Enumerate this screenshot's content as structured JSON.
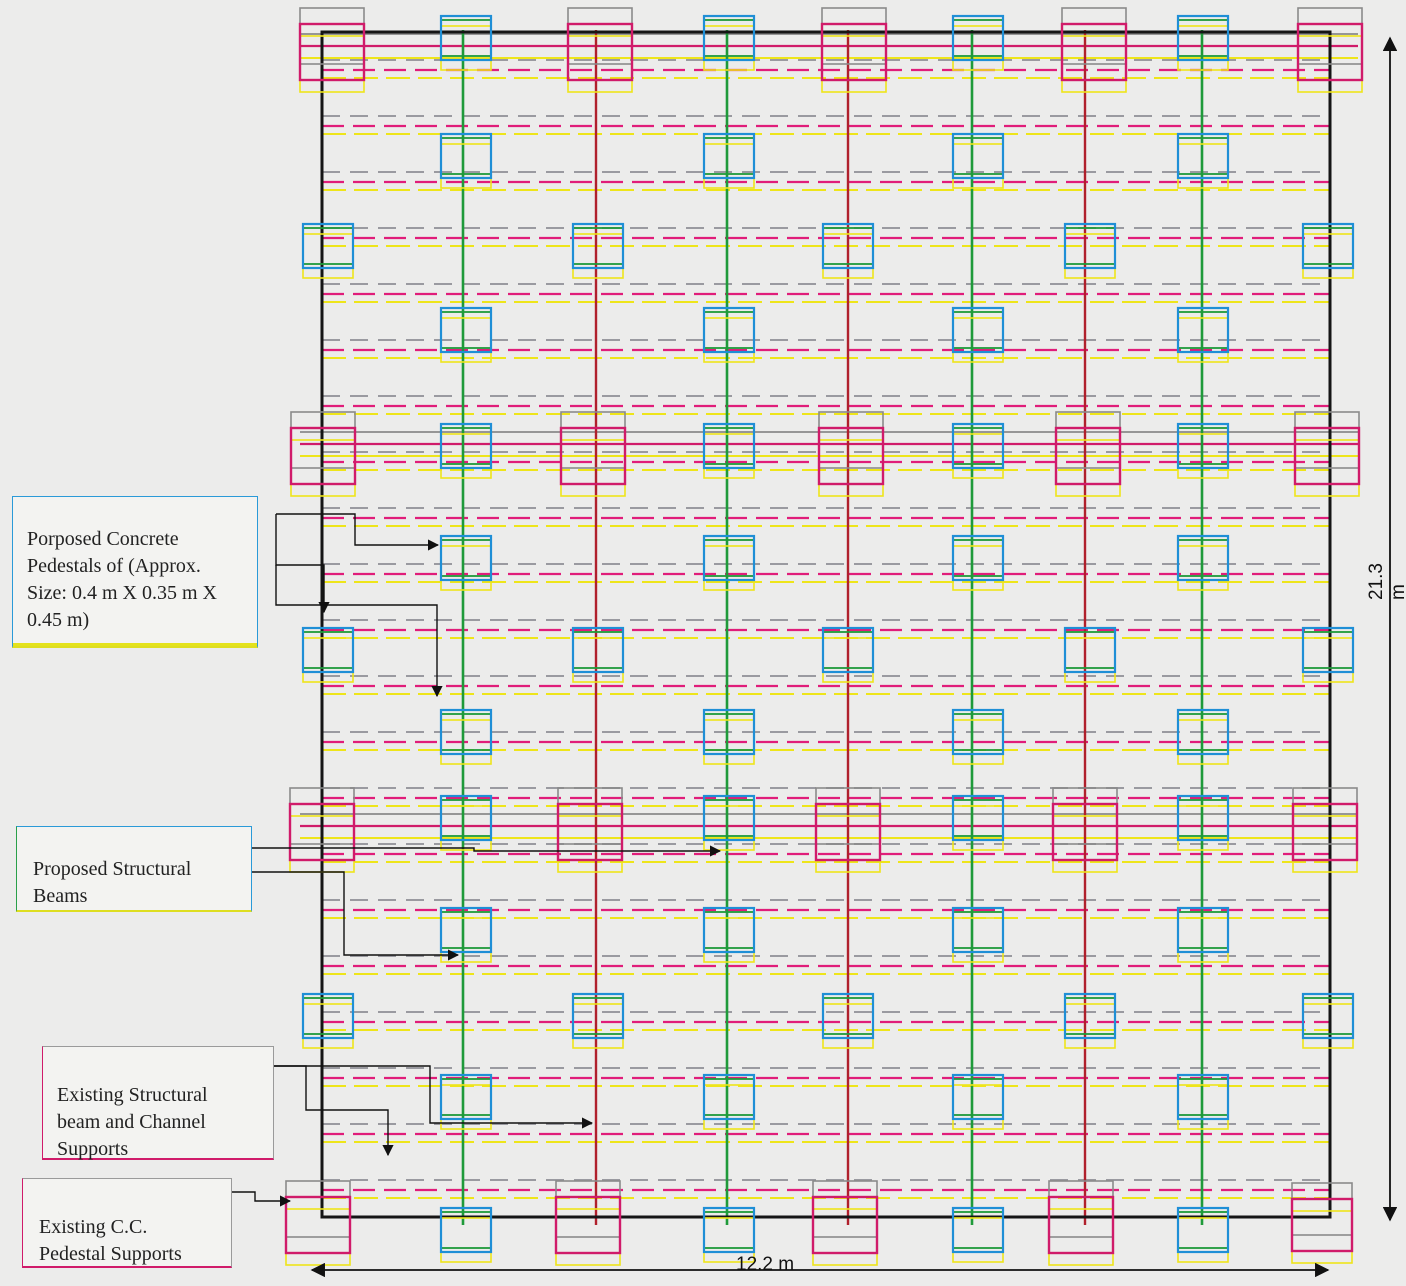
{
  "labels": {
    "concrete_pedestals": "Porposed Concrete\nPedestals of (Approx.\nSize: 0.4 m X 0.35 m X\n0.45 m)",
    "proposed_beams": "Proposed Structural\nBeams",
    "existing_beams": "Existing Structural\nbeam and Channel\nSupports",
    "existing_pedestals": "Existing C.C.\nPedestal Supports"
  },
  "dimensions": {
    "width": "12.2 m",
    "height": "21.3 m"
  },
  "colors": {
    "frame": "#151515",
    "proposed_beam": "#1f9a3a",
    "existing_beam": "#b0202c",
    "pedestal_blue": "#1f8fd6",
    "pedestal_green": "#1f9a3a",
    "existing_pedestal": "#d01b6a",
    "existing_pedestal_gray": "#8a8a8a",
    "yellow": "#eee51a",
    "magenta_dash": "#e01d7a",
    "gray_dash": "#9a9aa0"
  }
}
